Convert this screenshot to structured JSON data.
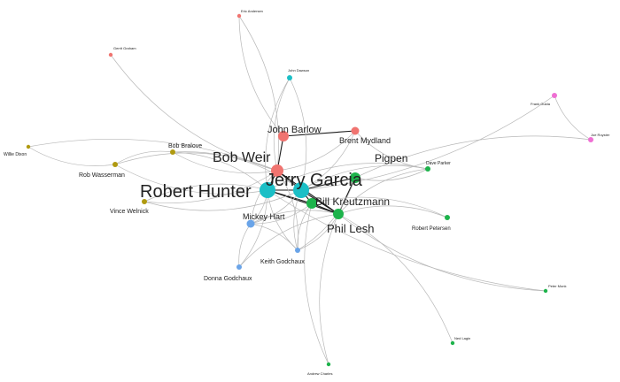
{
  "colors": {
    "red": "#f07470",
    "teal": "#1bbfc6",
    "green": "#1db34b",
    "olive": "#b09a10",
    "blue": "#6aa4e8",
    "pink": "#ef6fd3"
  },
  "nodes": [
    {
      "id": "jerry-garcia",
      "label": "Jerry Garcia",
      "group": "teal",
      "size": "xl"
    },
    {
      "id": "robert-hunter",
      "label": "Robert Hunter",
      "group": "teal",
      "size": "xl"
    },
    {
      "id": "bob-weir",
      "label": "Bob Weir",
      "group": "red",
      "size": "l"
    },
    {
      "id": "phil-lesh",
      "label": "Phil Lesh",
      "group": "green",
      "size": "m"
    },
    {
      "id": "bill-kreutzmann",
      "label": "Bill Kreutzmann",
      "group": "green",
      "size": "m"
    },
    {
      "id": "pigpen",
      "label": "Pigpen",
      "group": "green",
      "size": "m"
    },
    {
      "id": "john-barlow",
      "label": "John Barlow",
      "group": "red",
      "size": "m"
    },
    {
      "id": "brent-mydland",
      "label": "Brent Mydland",
      "group": "red",
      "size": "s"
    },
    {
      "id": "mickey-hart",
      "label": "Mickey Hart",
      "group": "blue",
      "size": "s"
    },
    {
      "id": "keith-godchaux",
      "label": "Keith Godchaux",
      "group": "blue",
      "size": "xs"
    },
    {
      "id": "donna-godchaux",
      "label": "Donna Godchaux",
      "group": "blue",
      "size": "xs"
    },
    {
      "id": "bob-bralove",
      "label": "Bob Bralove",
      "group": "olive",
      "size": "xs"
    },
    {
      "id": "rob-wasserman",
      "label": "Rob Wasserman",
      "group": "olive",
      "size": "xs"
    },
    {
      "id": "vince-welnick",
      "label": "Vince Welnick",
      "group": "olive",
      "size": "xs"
    },
    {
      "id": "willie-dixon",
      "label": "Willie Dixon",
      "group": "olive",
      "size": "xxs"
    },
    {
      "id": "dave-parker",
      "label": "Dave Parker",
      "group": "green",
      "size": "xs"
    },
    {
      "id": "robert-petersen",
      "label": "Robert Petersen",
      "group": "green",
      "size": "xs"
    },
    {
      "id": "peter-monk",
      "label": "Peter Monk",
      "group": "green",
      "size": "xxs"
    },
    {
      "id": "ned-lagin",
      "label": "Ned Lagin",
      "group": "green",
      "size": "xxs"
    },
    {
      "id": "andrew-charles",
      "label": "Andrew Charles",
      "group": "green",
      "size": "xxs"
    },
    {
      "id": "john-dawson",
      "label": "John Dawson",
      "group": "teal",
      "size": "xs"
    },
    {
      "id": "eric-andersen",
      "label": "Eric Andersen",
      "group": "red",
      "size": "xxs"
    },
    {
      "id": "gerrit-graham",
      "label": "Gerrit Graham",
      "group": "red",
      "size": "xxs"
    },
    {
      "id": "frank-guida",
      "label": "Frank Guida",
      "group": "pink",
      "size": "xs"
    },
    {
      "id": "joe-royster",
      "label": "Joe Royster",
      "group": "pink",
      "size": "xs"
    }
  ],
  "edges": [
    [
      "jerry-garcia",
      "robert-hunter",
      "strong"
    ],
    [
      "jerry-garcia",
      "bob-weir",
      "strong"
    ],
    [
      "jerry-garcia",
      "phil-lesh",
      "strong"
    ],
    [
      "jerry-garcia",
      "bill-kreutzmann",
      "strong"
    ],
    [
      "jerry-garcia",
      "pigpen",
      "strong"
    ],
    [
      "robert-hunter",
      "phil-lesh",
      "strong"
    ],
    [
      "robert-hunter",
      "bob-weir",
      "strong"
    ],
    [
      "robert-hunter",
      "bill-kreutzmann",
      "strong"
    ],
    [
      "bob-weir",
      "john-barlow",
      "strong"
    ],
    [
      "bob-weir",
      "phil-lesh",
      "strong"
    ],
    [
      "phil-lesh",
      "bill-kreutzmann",
      "strong"
    ],
    [
      "phil-lesh",
      "pigpen",
      "strong"
    ],
    [
      "john-barlow",
      "brent-mydland",
      "strong"
    ],
    [
      "jerry-garcia",
      "mickey-hart",
      "weak"
    ],
    [
      "jerry-garcia",
      "keith-godchaux",
      "weak"
    ],
    [
      "robert-hunter",
      "mickey-hart",
      "weak"
    ],
    [
      "robert-hunter",
      "keith-godchaux",
      "weak"
    ],
    [
      "robert-hunter",
      "donna-godchaux",
      "weak"
    ],
    [
      "robert-hunter",
      "bob-bralove",
      "weak"
    ],
    [
      "robert-hunter",
      "rob-wasserman",
      "weak"
    ],
    [
      "robert-hunter",
      "vince-welnick",
      "weak"
    ],
    [
      "robert-hunter",
      "john-dawson",
      "weak"
    ],
    [
      "bob-weir",
      "rob-wasserman",
      "weak"
    ],
    [
      "bob-weir",
      "bob-bralove",
      "weak"
    ],
    [
      "bob-weir",
      "willie-dixon",
      "weak"
    ],
    [
      "bob-weir",
      "gerrit-graham",
      "weak"
    ],
    [
      "bob-weir",
      "eric-andersen",
      "weak"
    ],
    [
      "bob-weir",
      "john-dawson",
      "weak"
    ],
    [
      "bob-weir",
      "brent-mydland",
      "weak"
    ],
    [
      "bob-weir",
      "vince-welnick",
      "weak"
    ],
    [
      "bob-weir",
      "mickey-hart",
      "weak"
    ],
    [
      "bob-weir",
      "keith-godchaux",
      "weak"
    ],
    [
      "jerry-garcia",
      "frank-guida",
      "weak"
    ],
    [
      "jerry-garcia",
      "dave-parker",
      "weak"
    ],
    [
      "jerry-garcia",
      "brent-mydland",
      "weak"
    ],
    [
      "jerry-garcia",
      "vince-welnick",
      "weak"
    ],
    [
      "jerry-garcia",
      "bob-bralove",
      "weak"
    ],
    [
      "robert-hunter",
      "dave-parker",
      "weak"
    ],
    [
      "robert-hunter",
      "peter-monk",
      "weak"
    ],
    [
      "phil-lesh",
      "robert-petersen",
      "weak"
    ],
    [
      "phil-lesh",
      "peter-monk",
      "weak"
    ],
    [
      "phil-lesh",
      "ned-lagin",
      "weak"
    ],
    [
      "phil-lesh",
      "andrew-charles",
      "weak"
    ],
    [
      "phil-lesh",
      "dave-parker",
      "weak"
    ],
    [
      "phil-lesh",
      "mickey-hart",
      "weak"
    ],
    [
      "phil-lesh",
      "keith-godchaux",
      "weak"
    ],
    [
      "phil-lesh",
      "donna-godchaux",
      "weak"
    ],
    [
      "bill-kreutzmann",
      "mickey-hart",
      "weak"
    ],
    [
      "bill-kreutzmann",
      "keith-godchaux",
      "weak"
    ],
    [
      "bill-kreutzmann",
      "robert-petersen",
      "weak"
    ],
    [
      "bill-kreutzmann",
      "andrew-charles",
      "weak"
    ],
    [
      "pigpen",
      "joe-royster",
      "weak"
    ],
    [
      "pigpen",
      "dave-parker",
      "weak"
    ],
    [
      "pigpen",
      "keith-godchaux",
      "weak"
    ],
    [
      "frank-guida",
      "joe-royster",
      "weak"
    ],
    [
      "rob-wasserman",
      "bob-bralove",
      "weak"
    ],
    [
      "willie-dixon",
      "rob-wasserman",
      "weak"
    ],
    [
      "mickey-hart",
      "keith-godchaux",
      "weak"
    ],
    [
      "mickey-hart",
      "donna-godchaux",
      "weak"
    ],
    [
      "john-barlow",
      "eric-andersen",
      "weak"
    ],
    [
      "brent-mydland",
      "dave-parker",
      "weak"
    ],
    [
      "john-dawson",
      "jerry-garcia",
      "weak"
    ]
  ]
}
